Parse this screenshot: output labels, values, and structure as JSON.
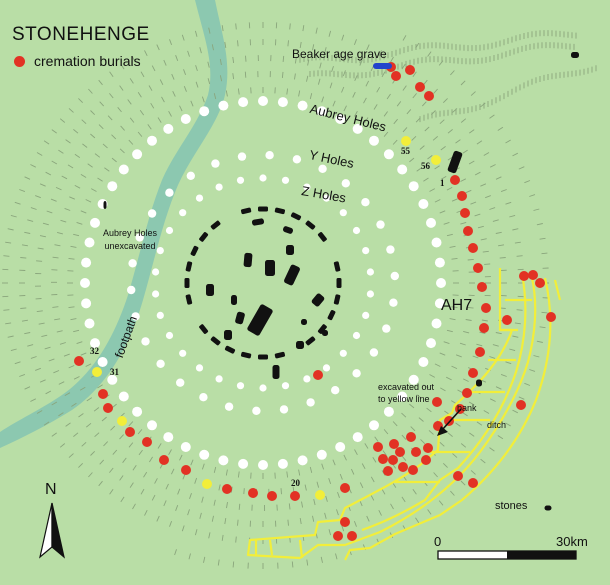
{
  "title": "STONEHENGE",
  "legend": {
    "label": "cremation burials",
    "color": "#e23224"
  },
  "labels": {
    "beaker": "Beaker age grave",
    "aubrey": "Aubrey Holes",
    "y_holes": "Y Holes",
    "z_holes": "Z Holes",
    "unexcavated": "Aubrey Holes\nunexcavated",
    "footpath": "footpath",
    "ah7": "AH7",
    "excavated": "excavated out\nto yellow line",
    "bank": "bank",
    "ditch": "ditch",
    "stones": "stones",
    "n55": "55",
    "n56": "56",
    "n1": "1",
    "n32": "32",
    "n31": "31",
    "n20": "20"
  },
  "north": "N",
  "scalebar": {
    "start": "0",
    "end": "30km"
  },
  "colors": {
    "background": "#b9dea6",
    "footpath": "#8cc8b0",
    "burial": "#e23224",
    "yellow_hole": "#f2ee3a",
    "aubrey_hole": "#ffffff",
    "stone": "#111111",
    "excavation_line": "#f2ee3a",
    "beaker_grave": "#2244cc"
  }
}
